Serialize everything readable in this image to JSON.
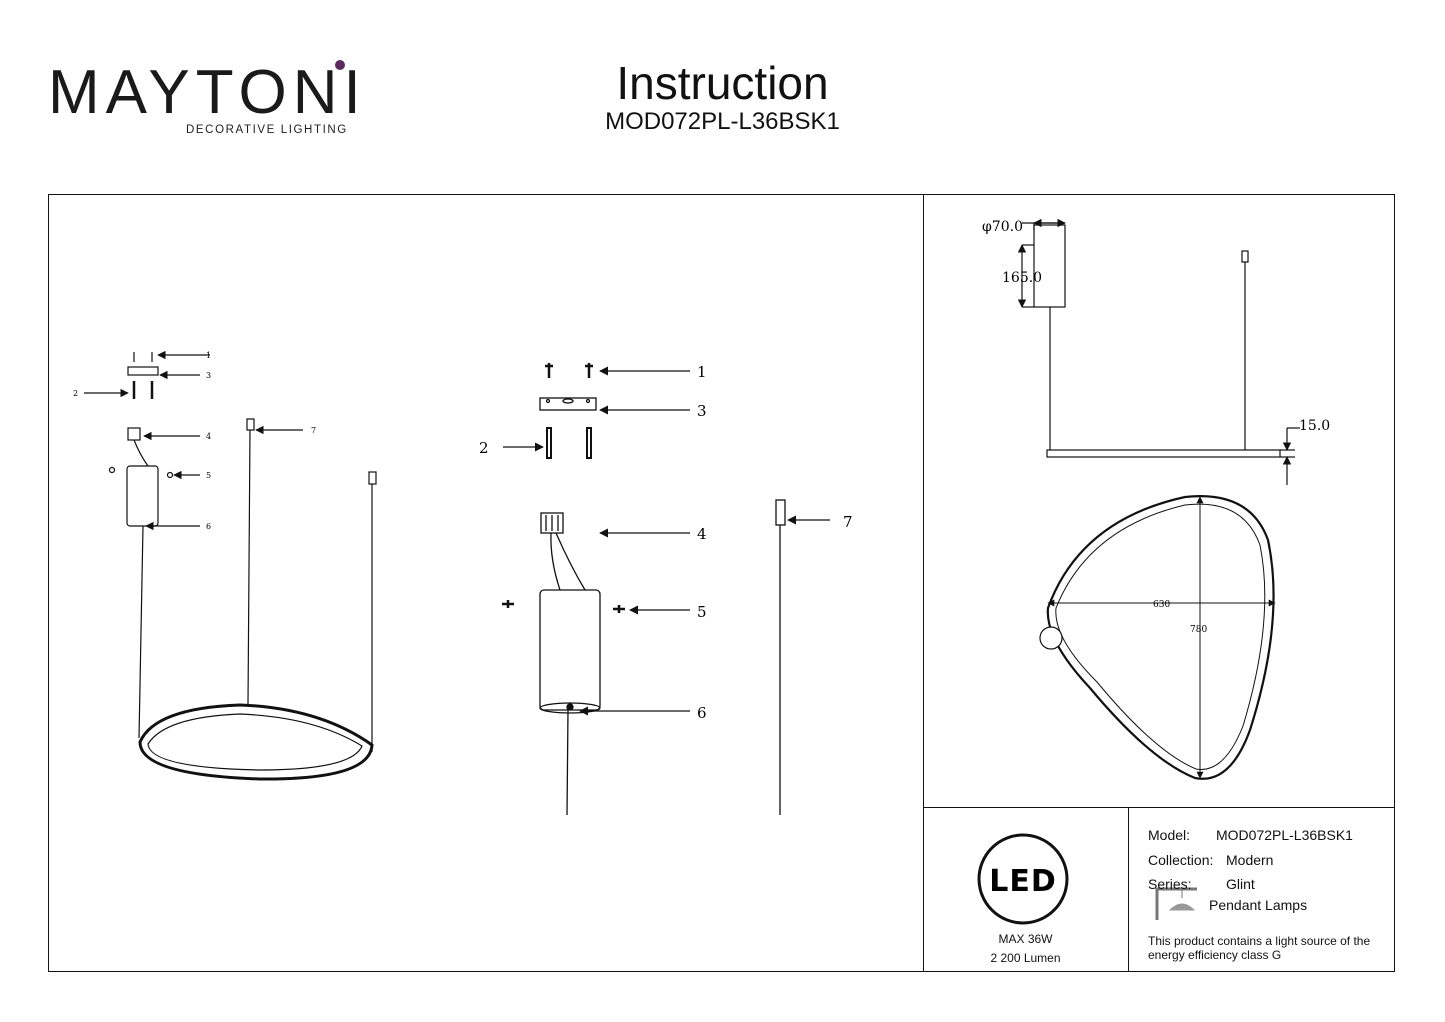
{
  "header": {
    "brand": "MAYTONI",
    "tagline": "DECORATIVE LIGHTING",
    "title": "Instruction",
    "model": "MOD072PL-L36BSK1"
  },
  "small_diagram": {
    "callouts": [
      "1",
      "3",
      "2",
      "4",
      "7",
      "5",
      "6"
    ]
  },
  "parts_diagram": {
    "callouts": [
      "1",
      "3",
      "2",
      "4",
      "7",
      "5",
      "6"
    ]
  },
  "dimensions": {
    "diameter": "φ70.0",
    "height": "165.0",
    "thickness": "15.0",
    "width": "630",
    "length": "780"
  },
  "led_badge": {
    "text": "LED",
    "power": "MAX 36W",
    "lumen": "2 200 Lumen"
  },
  "specs": {
    "model_label": "Model:",
    "model_value": "MOD072PL-L36BSK1",
    "collection_label": "Collection:",
    "collection_value": "Modern",
    "series_label": "Series:",
    "series_value": "Glint",
    "type_value": "Pendant Lamps",
    "energy_note_1": "This product contains a light source of the",
    "energy_note_2": "energy efficiency class G"
  }
}
